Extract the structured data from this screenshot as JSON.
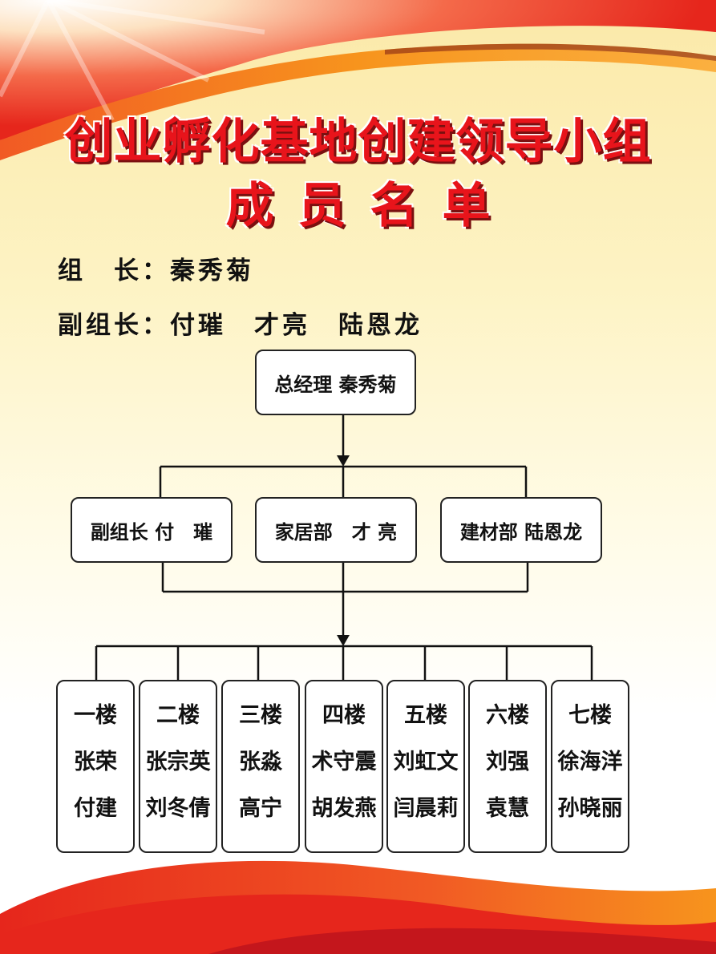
{
  "title": {
    "line1": "创业孵化基地创建领导小组",
    "line2": "成员名单"
  },
  "leaders": {
    "leader_line": "组　长：秦秀菊",
    "deputy_line": "副组长：付璀　才亮　陆恩龙"
  },
  "top_node": {
    "label": "总经理 秦秀菊"
  },
  "mid_nodes": [
    {
      "label": "副组长 付　璀"
    },
    {
      "label": "家居部　才 亮"
    },
    {
      "label": "建材部 陆恩龙"
    }
  ],
  "floors": [
    {
      "floor": "一楼",
      "members": [
        "张荣",
        "付建"
      ]
    },
    {
      "floor": "二楼",
      "members": [
        "张宗英",
        "刘冬倩"
      ]
    },
    {
      "floor": "三楼",
      "members": [
        "张淼",
        "高宁"
      ]
    },
    {
      "floor": "四楼",
      "members": [
        "术守震",
        "胡发燕"
      ]
    },
    {
      "floor": "五楼",
      "members": [
        "刘虹文",
        "闫晨莉"
      ]
    },
    {
      "floor": "六楼",
      "members": [
        "刘强",
        "袁慧"
      ]
    },
    {
      "floor": "七楼",
      "members": [
        "徐海洋",
        "孙晓丽"
      ]
    }
  ],
  "colors": {
    "title_red": "#e8141b",
    "banner_red": "#e6261c",
    "banner_orange": "#f7941d"
  }
}
